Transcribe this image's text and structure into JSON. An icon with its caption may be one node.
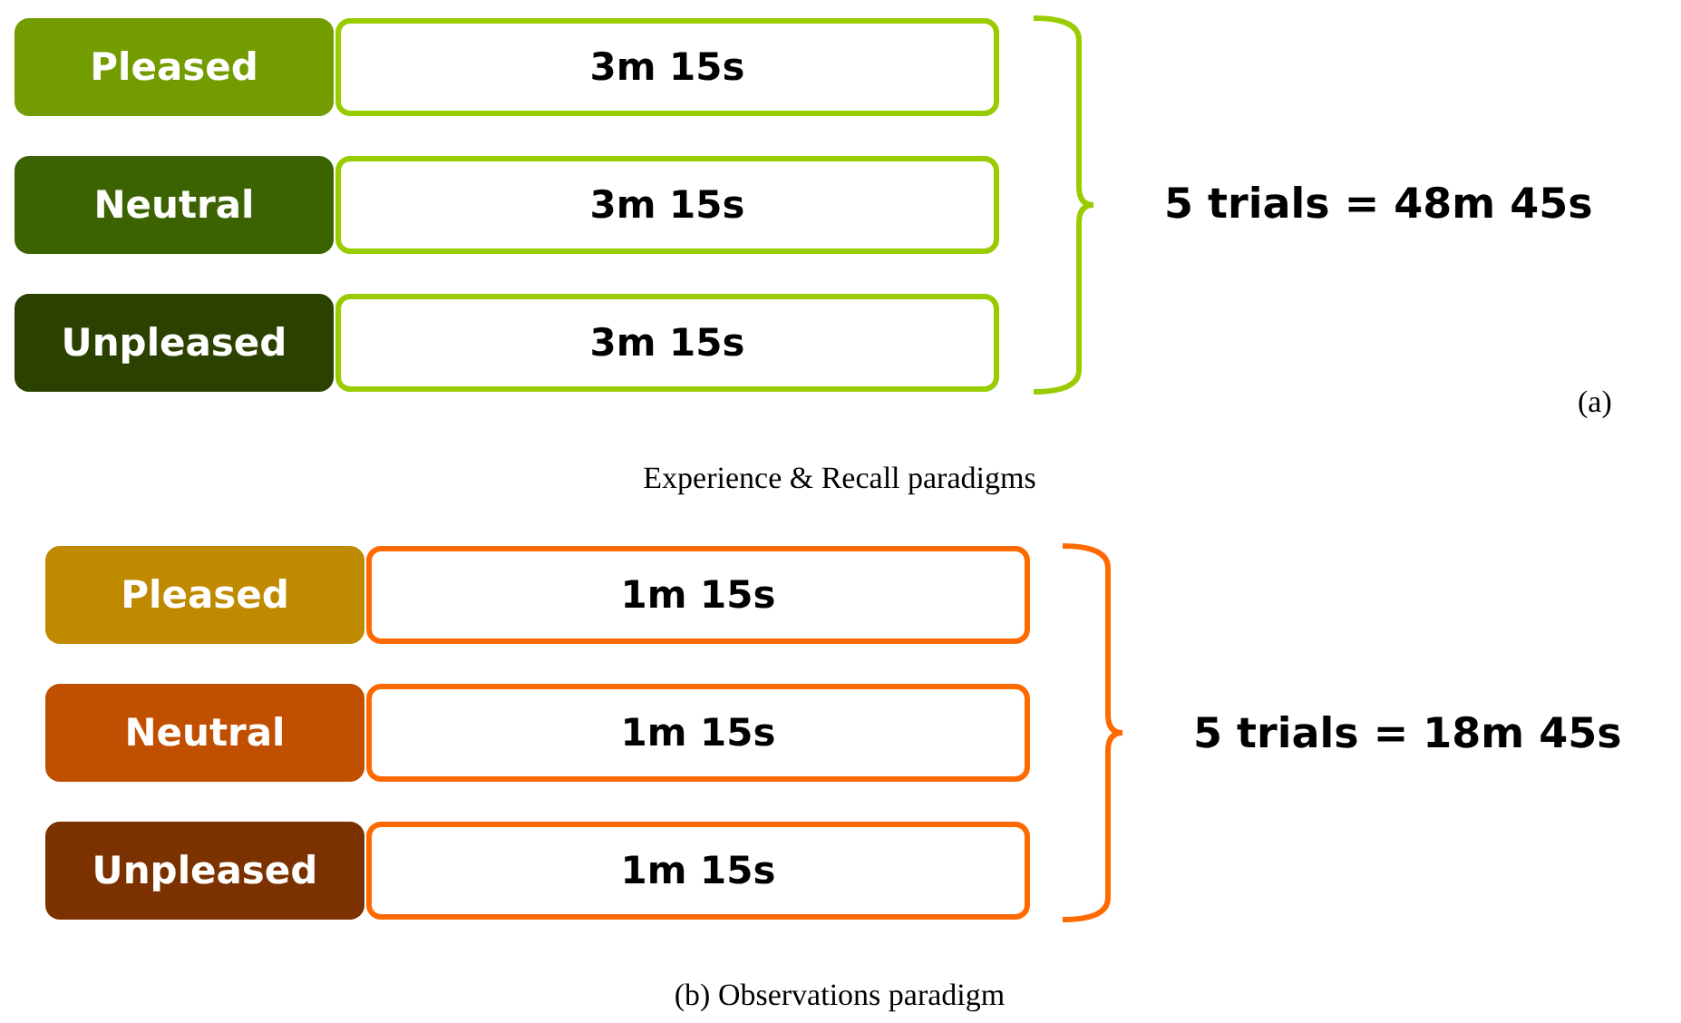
{
  "diagram": {
    "nodes": [
      {
        "text": [
          "Pleased"
        ]
      },
      {
        "text": [
          "3m 15s"
        ]
      },
      {
        "text": [
          "Neutral"
        ]
      },
      {
        "text": [
          "3m 15s"
        ]
      },
      {
        "text": [
          "Unpleased"
        ]
      },
      {
        "text": [
          "3m 15s"
        ]
      },
      {
        "text": [
          "Pleased"
        ]
      },
      {
        "text": [
          "1m 15s"
        ]
      },
      {
        "text": [
          "Neutral"
        ]
      },
      {
        "text": [
          "1m 15s"
        ]
      },
      {
        "text": [
          "Unpleased"
        ]
      },
      {
        "text": [
          "1m 15s"
        ]
      }
    ],
    "labels": [
      "5 trials = 48m 45s",
      "(a)",
      "Experience & Recall paradigms",
      "5 trials = 18m 45s",
      "(b) Observations paradigm"
    ]
  }
}
